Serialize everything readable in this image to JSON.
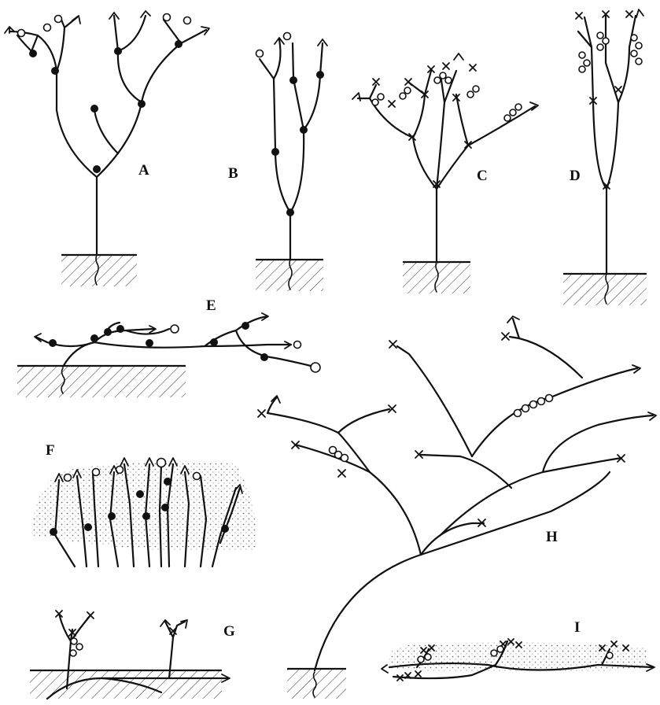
{
  "figure": {
    "panels": [
      {
        "id": "A",
        "label": "A"
      },
      {
        "id": "B",
        "label": "B"
      },
      {
        "id": "C",
        "label": "C"
      },
      {
        "id": "D",
        "label": "D"
      },
      {
        "id": "E",
        "label": "E"
      },
      {
        "id": "F",
        "label": "F"
      },
      {
        "id": "G",
        "label": "G"
      },
      {
        "id": "H",
        "label": "H"
      },
      {
        "id": "I",
        "label": "I"
      }
    ],
    "symbols": {
      "bud": "filled-circle",
      "flower": "open-circle",
      "apex": "arrow-tip",
      "dead_apex": "cross-mark"
    },
    "colors": {
      "ink": "#111111",
      "background": "#ffffff"
    }
  }
}
